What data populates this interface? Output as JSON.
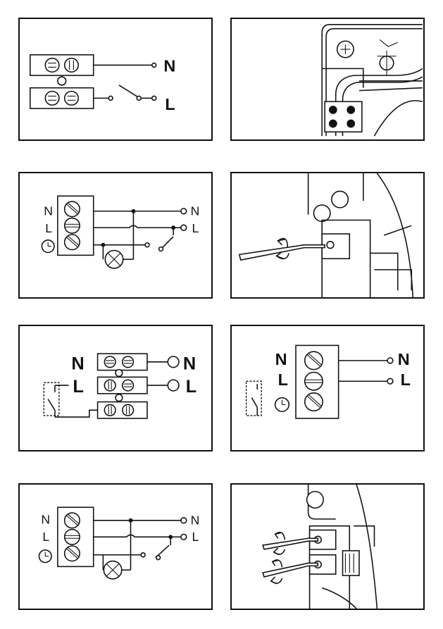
{
  "labels": {
    "neutral": "N",
    "live": "L"
  },
  "panels": [
    {
      "id": "p1",
      "kind": "wiring-terminal-block"
    },
    {
      "id": "p2",
      "kind": "illustration-terminal-connection"
    },
    {
      "id": "p3",
      "kind": "wiring-timer-lamp-switch"
    },
    {
      "id": "p4",
      "kind": "illustration-screwdriver-adjust"
    },
    {
      "id": "p5",
      "kind": "wiring-terminal-block-switch"
    },
    {
      "id": "p6",
      "kind": "wiring-timer-switch"
    },
    {
      "id": "p7",
      "kind": "wiring-timer-lamp-switch"
    },
    {
      "id": "p8",
      "kind": "illustration-two-screwdrivers"
    }
  ]
}
